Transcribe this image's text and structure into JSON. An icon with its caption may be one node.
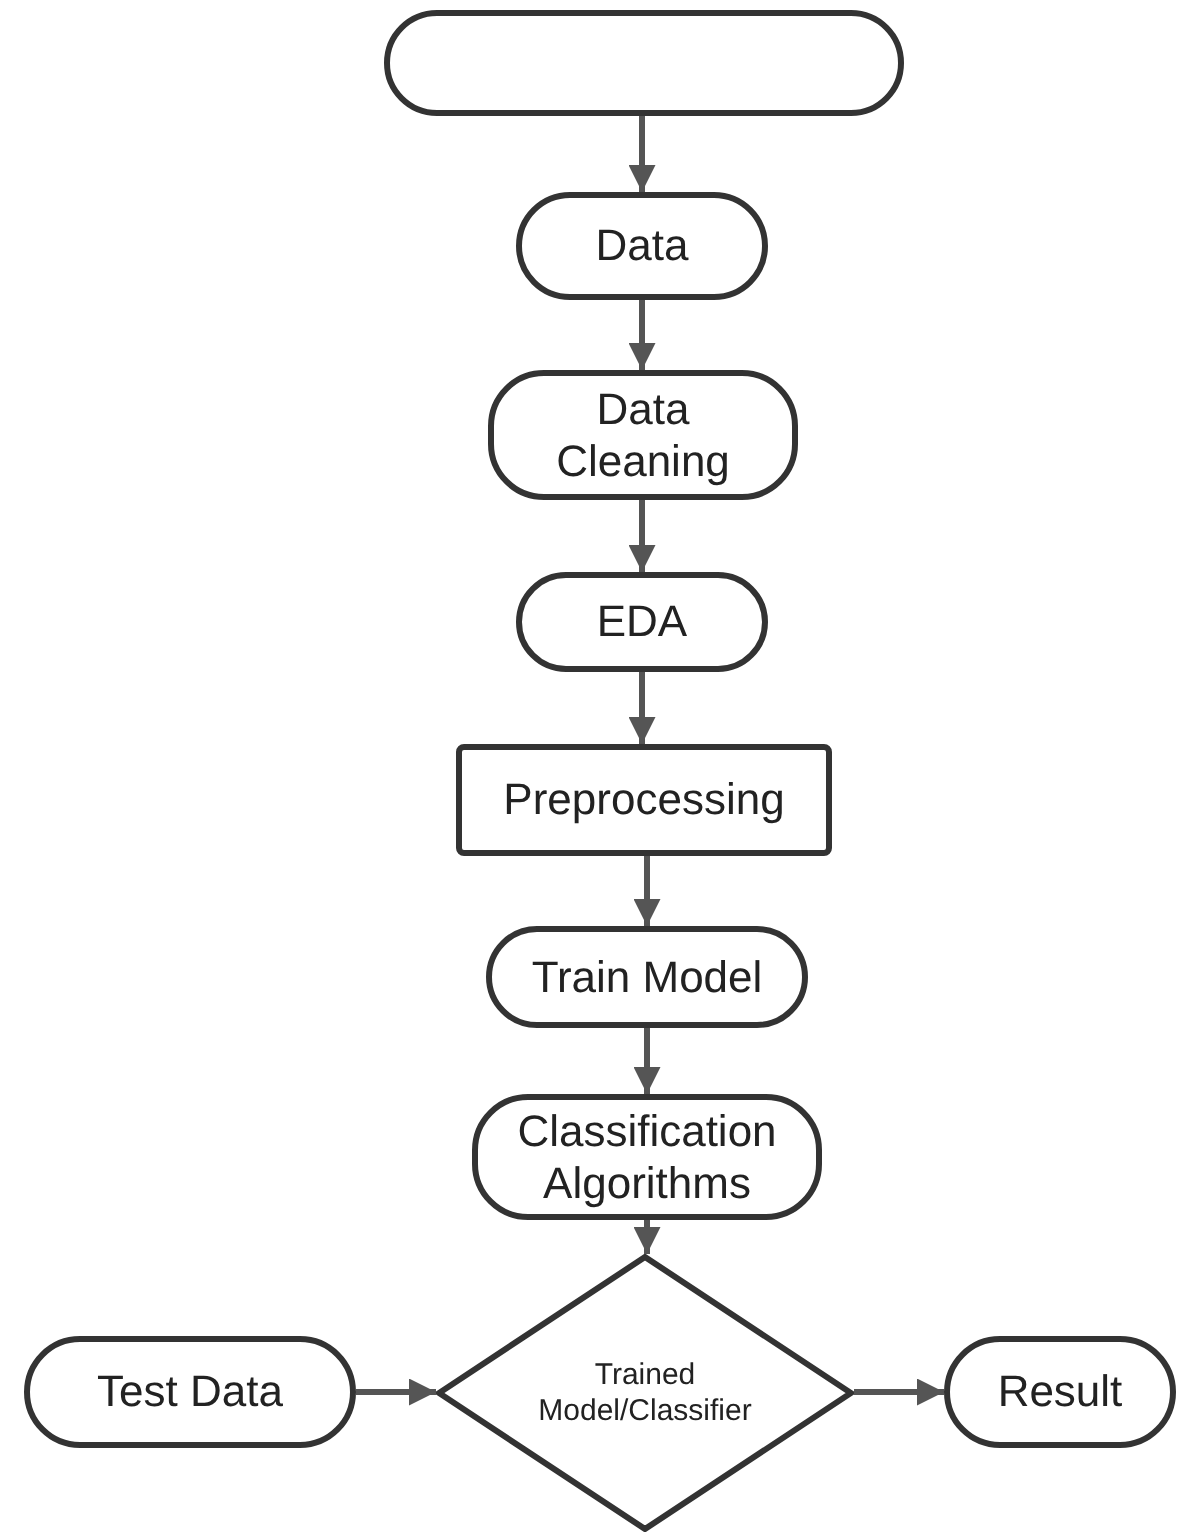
{
  "diagram": {
    "nodes": [
      {
        "text": [],
        "shape": "box"
      },
      {
        "text": [
          "Data"
        ]
      },
      {
        "text": [
          "Data Cleaning"
        ]
      },
      {
        "text": [
          "EDA"
        ]
      },
      {
        "text": [
          "Preprocessing"
        ]
      },
      {
        "text": [
          "Train Model"
        ]
      },
      {
        "text": [
          "Classification Algorithms"
        ]
      },
      {
        "text": [
          "Trained Model/Classifier"
        ]
      },
      {
        "text": [
          "Test Data"
        ]
      },
      {
        "text": [
          "Result"
        ]
      }
    ],
    "edges": [
      {
        "from": 0,
        "to": 1,
        "arrow": "to"
      },
      {
        "from": 1,
        "to": 2,
        "arrow": "to"
      },
      {
        "from": 2,
        "to": 3,
        "arrow": "to"
      },
      {
        "from": 3,
        "to": 4,
        "arrow": "to"
      },
      {
        "from": 4,
        "to": 5,
        "arrow": "to"
      },
      {
        "from": 5,
        "to": 6,
        "arrow": "to"
      },
      {
        "from": 6,
        "to": 7,
        "arrow": "to"
      },
      {
        "from": 8,
        "to": 7,
        "arrow": "to"
      },
      {
        "from": 7,
        "to": 9,
        "arrow": "to"
      }
    ]
  }
}
